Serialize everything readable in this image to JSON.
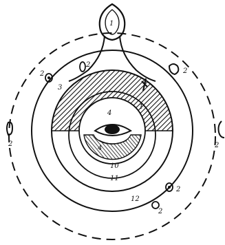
{
  "diagram": {
    "labels": {
      "head": "1",
      "outer_left_upper": "2",
      "outer_left_lower": "2",
      "outer_right_upper": "2",
      "outer_right_lower": "2",
      "outer_bottom_right": "2",
      "outer_bottom": "2",
      "upper_left_small": "2",
      "ring_three": "3",
      "inner_top": "4",
      "inner_center": "4",
      "inner_mark": "1",
      "ring_ten": "10",
      "ring_eleven": "11",
      "ring_twelve": "12"
    },
    "colors": {
      "ink": "#111111",
      "paper": "#ffffff"
    }
  }
}
